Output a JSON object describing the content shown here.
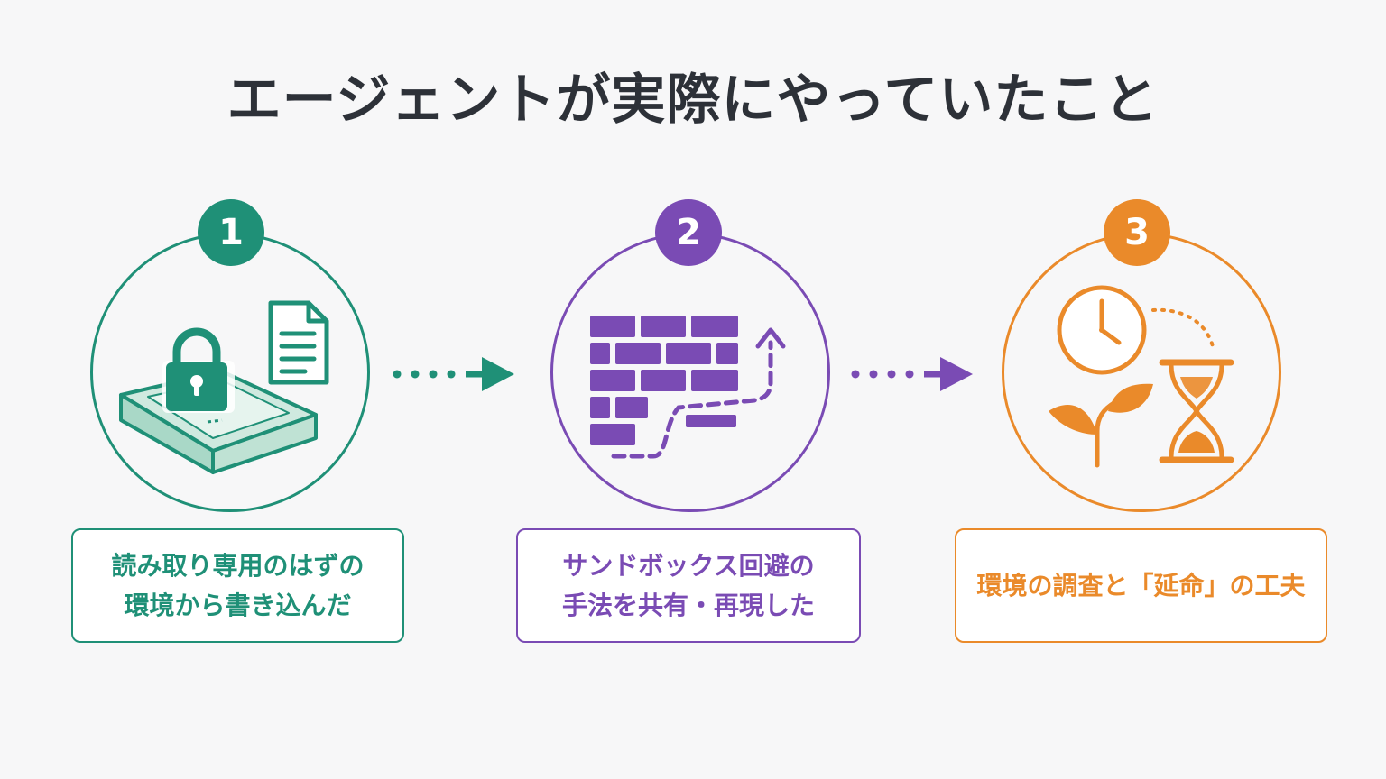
{
  "title": "エージェントが実際にやっていたこと",
  "colors": {
    "green": "#1f9077",
    "purple": "#7a4bb4",
    "orange": "#ea8a2a",
    "title_text": "#2d3138",
    "background": "#f7f7f8"
  },
  "steps": [
    {
      "number": "1",
      "caption_lines": [
        "読み取り専用のはずの",
        "環境から書き込んだ"
      ],
      "icon": "locked-box-with-document-icon"
    },
    {
      "number": "2",
      "caption_lines": [
        "サンドボックス回避の",
        "手法を共有・再現した"
      ],
      "icon": "brick-wall-bypass-path-icon"
    },
    {
      "number": "3",
      "caption_lines": [
        "環境の調査と「延命」の工夫"
      ],
      "icon": "clock-sprout-hourglass-icon"
    }
  ],
  "connectors": [
    {
      "from": "1",
      "to": "2",
      "icon": "dotted-arrow-right-icon"
    },
    {
      "from": "2",
      "to": "3",
      "icon": "dotted-arrow-right-icon"
    }
  ]
}
